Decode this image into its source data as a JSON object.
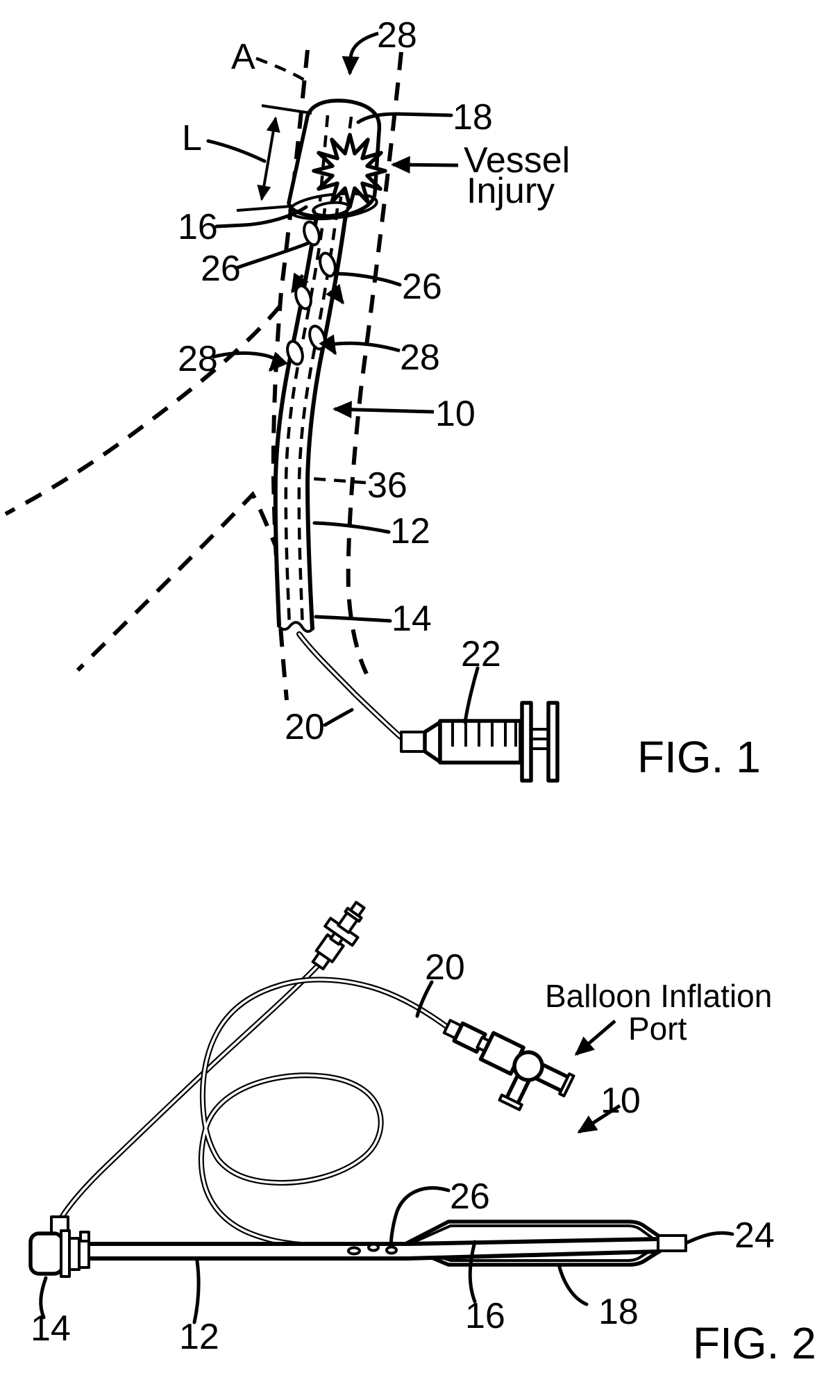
{
  "document": {
    "type": "patent-figure-sheet",
    "background": "#ffffff",
    "line_color": "#000000"
  },
  "figure1": {
    "caption": "FIG. 1",
    "annotations": {
      "section_a": "A",
      "length_l": "L",
      "flow_top": "28",
      "balloon": "18",
      "vessel_injury_line1": "Vessel",
      "vessel_injury_line2": "Injury",
      "balloon_neck": "16",
      "port_left": "26",
      "port_right": "26",
      "outflow_left": "28",
      "outflow_right": "28",
      "catheter": "10",
      "inner_lumen": "36",
      "shaft": "12",
      "shaft_lower": "14",
      "syringe": "22",
      "inflation_tube": "20"
    }
  },
  "figure2": {
    "caption": "FIG. 2",
    "annotations": {
      "inflation_tube": "20",
      "balloon_inflation_line1": "Balloon Inflation",
      "balloon_inflation_line2": "Port",
      "catheter": "10",
      "side_holes": "26",
      "distal_tip": "24",
      "hub": "14",
      "shaft": "12",
      "inner_shaft": "16",
      "balloon": "18"
    }
  }
}
